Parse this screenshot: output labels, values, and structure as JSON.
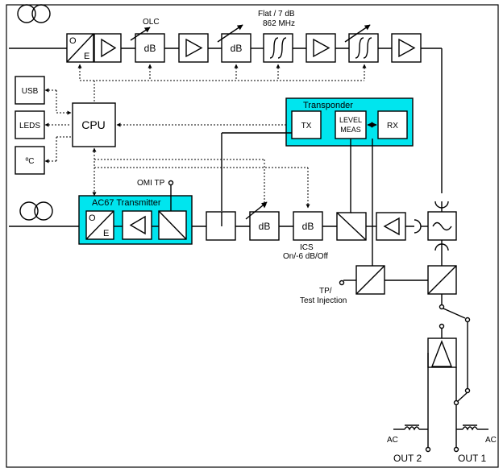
{
  "labels": {
    "olc": "OLC",
    "flat_line1": "Flat / 7 dB",
    "flat_line2": "862 MHz",
    "db": "dB",
    "usb": "USB",
    "leds": "LEDS",
    "temp": "ºC",
    "cpu": "CPU",
    "transponder": "Transponder",
    "tx": "TX",
    "level_line1": "LEVEL",
    "level_line2": "MEAS",
    "rx": "RX",
    "omi_tp": "OMI TP",
    "ac67_transmitter": "AC67 Transmitter",
    "o": "O",
    "e": "E",
    "ics_line1": "ICS",
    "ics_line2": "On/-6 dB/Off",
    "tp_line1": "TP/",
    "tp_line2": "Test Injection",
    "ac": "AC",
    "out2": "OUT 2",
    "out1": "OUT 1"
  },
  "colors": {
    "highlight": "#00e5ee",
    "line": "#000000"
  }
}
